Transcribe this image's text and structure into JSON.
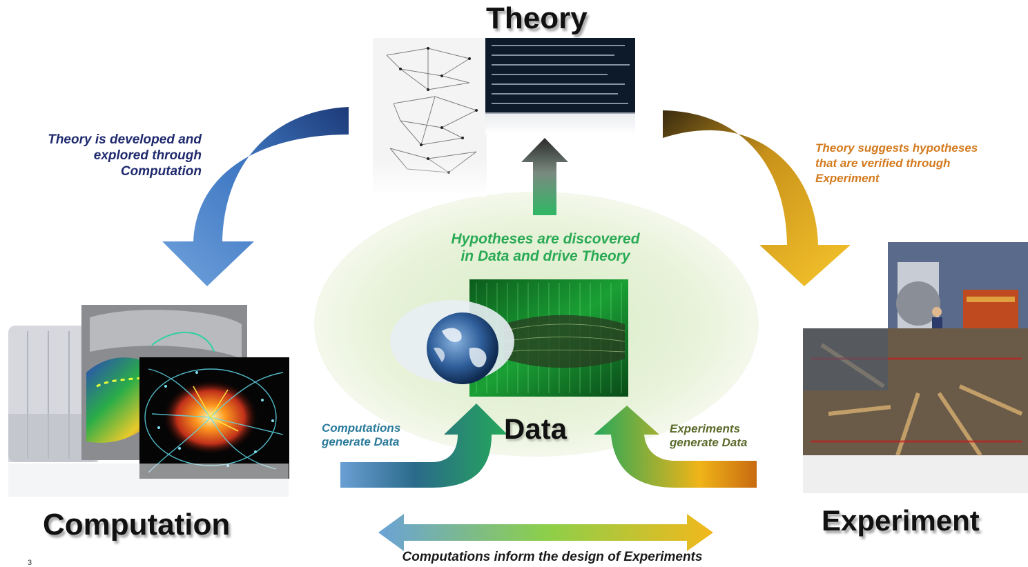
{
  "nodes": {
    "theory": "Theory",
    "computation": "Computation",
    "experiment": "Experiment",
    "data": "Data"
  },
  "edges": {
    "theory_to_computation": [
      "Theory is developed and",
      "explored through",
      "Computation"
    ],
    "theory_to_experiment": [
      "Theory suggests hypotheses",
      "that are verified through",
      "Experiment"
    ],
    "data_to_theory": [
      "Hypotheses are discovered",
      "in Data and drive Theory"
    ],
    "computation_to_data": [
      "Computations",
      "generate Data"
    ],
    "experiment_to_data": [
      "Experiments",
      "generate Data"
    ],
    "computation_experiment": "Computations inform the design of Experiments"
  },
  "page_number": "3",
  "colors": {
    "blue": "#3f78c2",
    "gold": "#f2b81c",
    "green": "#22a85a",
    "navy_text": "#1f2a6e",
    "orange_text": "#d47a1e",
    "green_text": "#2aaa55",
    "olive_text": "#5a6a2a"
  }
}
